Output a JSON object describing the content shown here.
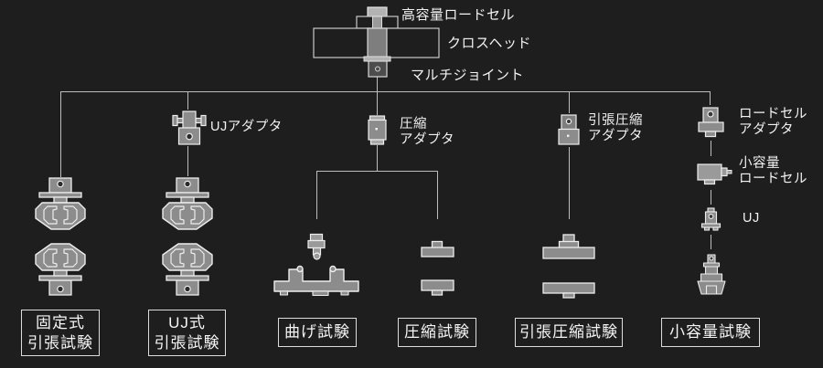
{
  "palette": {
    "background": "#1e1e1e",
    "connector_line": "#bdbdbd",
    "icon_fill": "#888888",
    "icon_outline": "#ededed",
    "text": "#f2f2f2",
    "box_border": "#dcdcdc"
  },
  "annotations": {
    "high_capacity_load_cell": "高容量ロードセル",
    "crosshead": "クロスヘッド",
    "multi_joint": "マルチジョイント",
    "uj_adapter": "UJアダプタ",
    "compression_adapter": "圧縮\nアダプタ",
    "tension_compression_adapter": "引張圧縮\nアダプタ",
    "load_cell_adapter": "ロードセル\nアダプタ",
    "small_capacity_load_cell": "小容量\nロードセル",
    "uj": "UJ"
  },
  "test_boxes": [
    {
      "id": "fixed-tension-test",
      "label": "固定式\n引張試験"
    },
    {
      "id": "uj-tension-test",
      "label": "UJ式\n引張試験"
    },
    {
      "id": "bending-test",
      "label": "曲げ試験"
    },
    {
      "id": "compression-test",
      "label": "圧縮試験"
    },
    {
      "id": "tension-compression-test",
      "label": "引張圧縮試験"
    },
    {
      "id": "small-capacity-test",
      "label": "小容量試験"
    }
  ],
  "icons": [
    "load-cell-crosshead-multijoint-icon",
    "wedge-grip-upper-icon",
    "wedge-grip-lower-icon",
    "uj-adapter-icon",
    "compression-adapter-icon",
    "tension-compression-adapter-icon",
    "bend-punch-icon",
    "bend-fixture-icon",
    "compression-platen-upper-icon",
    "compression-platen-lower-icon",
    "load-cell-adapter-icon",
    "small-load-cell-icon",
    "uj-small-icon",
    "small-grip-icon"
  ]
}
